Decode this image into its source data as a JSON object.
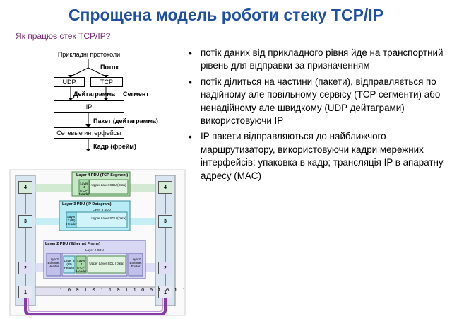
{
  "title": "Спрощена модель роботи стеку TCP/IP",
  "subtitle": "Як працює стек TCP/IP?",
  "flow": {
    "app_protocols": "Прикладні протоколи",
    "flow_label": "Поток",
    "udp": "UDP",
    "tcp": "TCP",
    "datagram": "Дейтаграмма",
    "segment": "Сегмент",
    "ip": "IP",
    "packet": "Пакет (дейтаграмма)",
    "net_interfaces": "Сетевые интерфейсы",
    "frame": "Кадр (фрейм)"
  },
  "bullets": [
    "потік даних від прикладного рівня йде на транспортний рівень для відправки за призначенням",
    "потік ділиться на частини (пакети), відправляється по надійному але повільному сервісу (TCP сегменти) або ненадійному але швидкому (UDP дейтаграми) використовуючи IP",
    "IP пакети відправляються до найближчого маршрутизатору, використовуючи кадри мережних інтерфейсів: упаковка в кадр; трансляція IP в апаратну адресу (MAC)"
  ],
  "osi": {
    "layers_left": [
      "4",
      "3",
      "2",
      "1"
    ],
    "layers_right": [
      "4",
      "3",
      "2",
      "1"
    ],
    "l4_title": "Layer 4 PDU (TCP Segment)",
    "l3_title": "Layer 3 PDU (IP Datagram)",
    "l2_title": "Layer 2 PDU (Ethernet Frame)",
    "l4_header": "Layer 4 (TCP) Header",
    "l3_header": "Layer 3 (IP) Header",
    "l2_header": "Layer2 Ethernet Header",
    "l2_footer": "Layer2 Ethernet Footer",
    "upper_sdu": "Upper Layer SDU (Data)",
    "l3_sdu": "Layer 3 SDU",
    "l2_sdu": "Layer 2 SDU",
    "bits": "1 0 0 1 0 1 1 0 1 1 0 0 1 0 1 1"
  },
  "colors": {
    "title": "#1f4fa3",
    "subtitle": "#7a2a7a",
    "l4": "#c8e6c8",
    "l3": "#b8ecf4",
    "l2": "#d8d8f4",
    "cable": "#8a3aa8"
  }
}
